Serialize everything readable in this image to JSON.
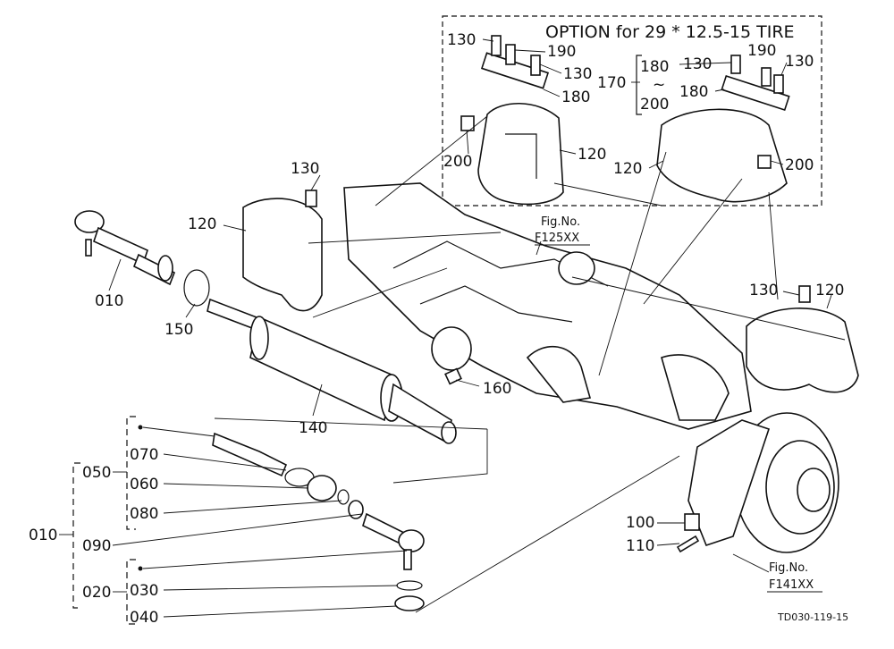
{
  "option_box": {
    "title": "OPTION for 29 * 12.5-15 TIRE",
    "labels": {
      "l130a": "130",
      "l190a": "190",
      "l130b": "130",
      "l180a": "180",
      "l120a": "120",
      "l200a": "200",
      "l170": "170",
      "l180b": "180",
      "tilde": "~",
      "l200b": "200",
      "l130c": "130",
      "l190b": "190",
      "l130d": "130",
      "l180c": "180",
      "l120b": "120",
      "l200c": "200"
    }
  },
  "main_labels": {
    "l130e": "130",
    "l120c": "120",
    "l010a": "010",
    "l150": "150",
    "l140": "140",
    "l160": "160",
    "l130f": "130",
    "l120d": "120",
    "l100": "100",
    "l110": "110"
  },
  "refs": {
    "fig1_title": "Fig.No.",
    "fig1_code": "F125XX",
    "fig2_title": "Fig.No.",
    "fig2_code": "F141XX"
  },
  "tree_labels": {
    "l050": "050",
    "l070": "070",
    "l060": "060",
    "l080": "080",
    "l010b": "010",
    "l090": "090",
    "l020": "020",
    "l030": "030",
    "l040": "040"
  },
  "drawing_code": "TD030-119-15"
}
